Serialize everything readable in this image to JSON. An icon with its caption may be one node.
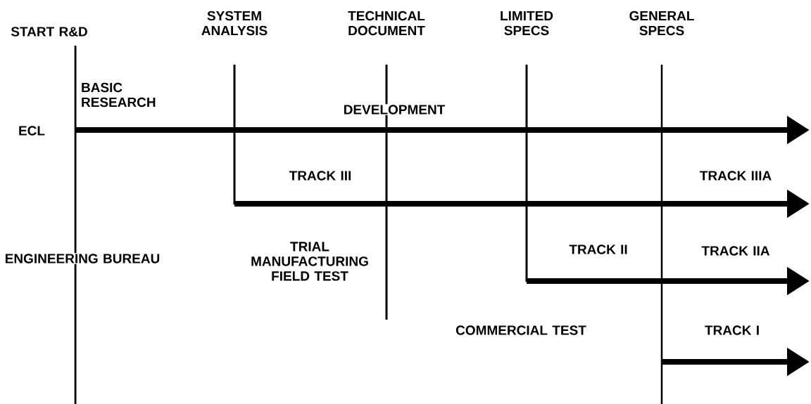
{
  "diagram": {
    "labels": [
      "START R&D",
      "SYSTEM ANALYSIS",
      "TECHNICAL DOCUMENT",
      "LIMITED SPECS",
      "GENERAL SPECS",
      "BASIC RESEARCH",
      "DEVELOPMENT",
      "ECL",
      "TRACK III",
      "TRACK IIIA",
      "ENGINEERING BUREAU",
      "TRIAL MANUFACTURING FIELD TEST",
      "TRACK II",
      "TRACK IIA",
      "COMMERCIAL TEST",
      "TRACK I"
    ]
  }
}
